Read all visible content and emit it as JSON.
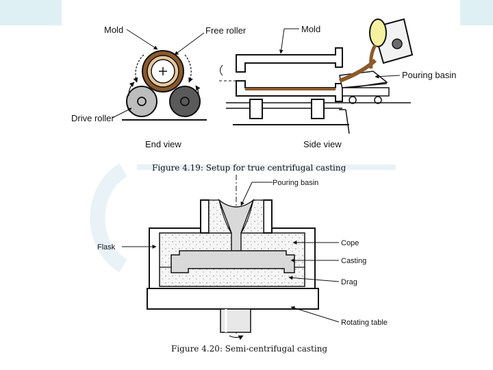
{
  "figure1": {
    "caption": "Figure 4.19: Setup for true centrifugal casting",
    "end_view": {
      "mold": "Mold",
      "free_roller": "Free roller",
      "drive_roller": "Drive roller",
      "view_label": "End view"
    },
    "side_view": {
      "mold": "Mold",
      "pouring_basin": "Pouring basin",
      "view_label": "Side view"
    }
  },
  "figure2": {
    "caption": "Figure 4.20: Semi-centrifugal casting",
    "labels": {
      "pouring_basin": "Pouring basin",
      "flask": "Flask",
      "cope": "Cope",
      "casting": "Casting",
      "drag": "Drag",
      "rotating_table": "Rotating table"
    }
  },
  "colors": {
    "band": "#dff0f4",
    "mold_brown": "#8b5a2b",
    "sand": "#ececec",
    "roller_light": "#bdbdbd",
    "roller_dark": "#5a5a5a"
  }
}
